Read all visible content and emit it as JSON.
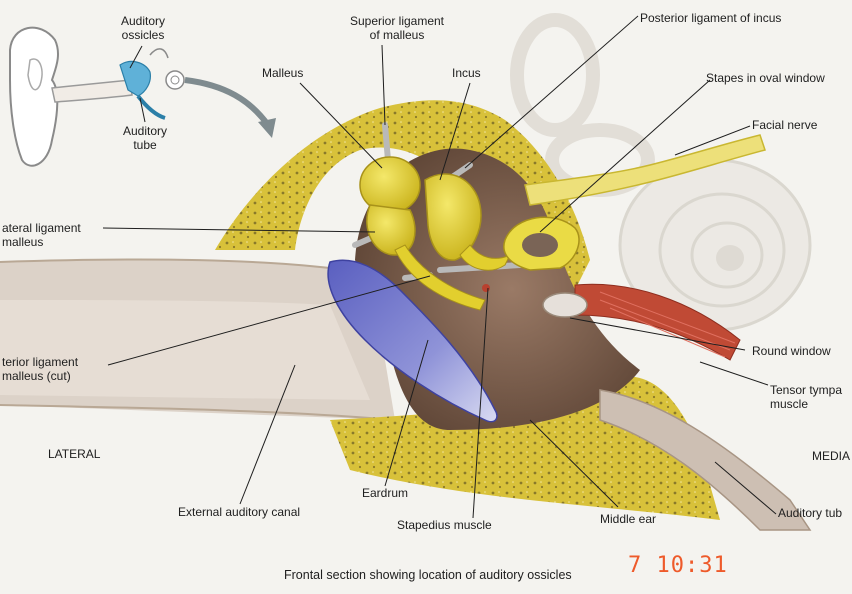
{
  "labels": {
    "auditory_ossicles": "Auditory\nossicles",
    "auditory_tube_inset": "Auditory\ntube",
    "malleus": "Malleus",
    "superior_ligament": "Superior ligament\nof malleus",
    "incus": "Incus",
    "posterior_ligament_incus": "Posterior ligament of incus",
    "stapes_oval_window": "Stapes in oval window",
    "facial_nerve": "Facial nerve",
    "lateral_ligament_malleus": "ateral ligament\n malleus",
    "anterior_ligament_malleus": "terior ligament\nmalleus (cut)",
    "round_window": "Round window",
    "tensor_tympani": "Tensor tympa\nmuscle",
    "lateral": "LATERAL",
    "medial": "MEDIA",
    "eardrum": "Eardrum",
    "external_auditory_canal": "External auditory canal",
    "stapedius_muscle": "Stapedius muscle",
    "middle_ear": "Middle ear",
    "auditory_tube": "Auditory tub"
  },
  "caption": "Frontal section showing location of auditory ossicles",
  "timestamp": "7  10:31",
  "colors": {
    "bone": "#d9c236",
    "ossicle": "#e6d530",
    "eardrum": "#6f73c9",
    "cavity": "#7a6456",
    "canal": "#d9cdc4",
    "muscle": "#b8412f",
    "cochlea": "#ece9e3",
    "stamp": "#ee5a2a"
  }
}
